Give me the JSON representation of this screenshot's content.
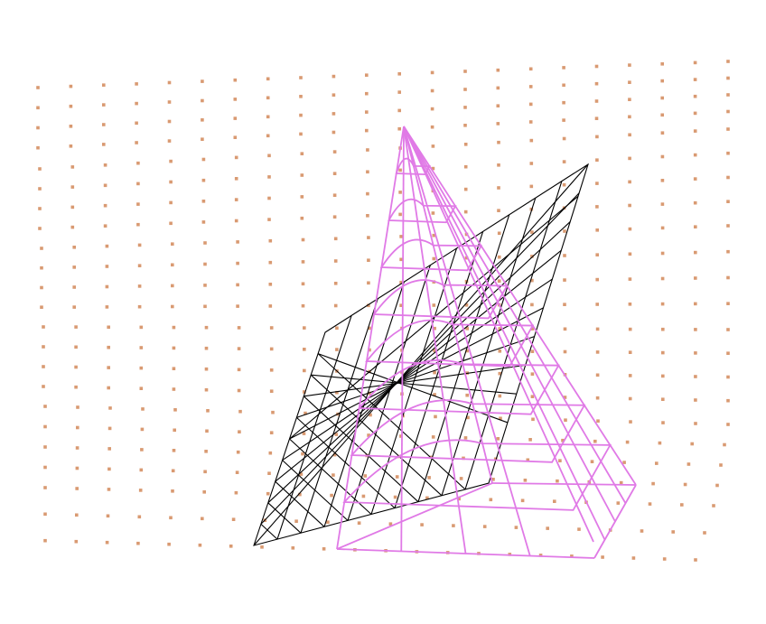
{
  "scene": {
    "colors": {
      "background": "#ffffff",
      "point_cloud": "#d99a72",
      "black_wireframe": "#000000",
      "magenta_wireframe": "#e07ae6"
    },
    "objects": [
      {
        "name": "point-cloud",
        "kind": "grid of points"
      },
      {
        "name": "black-wireframe",
        "kind": "triangular mesh"
      },
      {
        "name": "magenta-wireframe",
        "kind": "cone-shaped mesh"
      }
    ]
  }
}
